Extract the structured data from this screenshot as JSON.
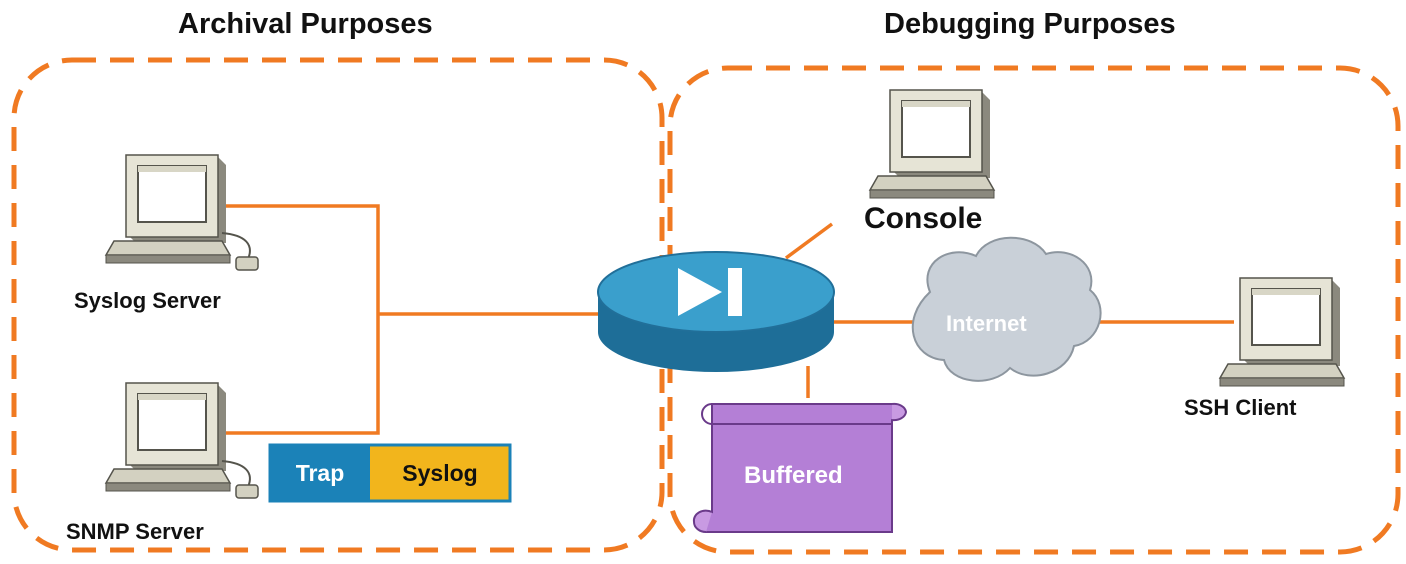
{
  "sections": {
    "archival": {
      "title": "Archival Purposes"
    },
    "debugging": {
      "title": "Debugging Purposes"
    }
  },
  "nodes": {
    "syslog_server": "Syslog Server",
    "snmp_server": "SNMP Server",
    "console": "Console",
    "internet": "Internet",
    "ssh_client": "SSH Client",
    "buffered": "Buffered"
  },
  "legend": {
    "trap": "Trap",
    "syslog": "Syslog"
  },
  "colors": {
    "accent_orange": "#f07a22",
    "router_blue": "#2f8fbd",
    "trap_blue": "#1b82b8",
    "syslog_amber": "#f2b51c",
    "buffered_purple": "#b47fd6",
    "cloud_gray": "#c9d0d8",
    "computer_beige": "#e6e4d6"
  }
}
